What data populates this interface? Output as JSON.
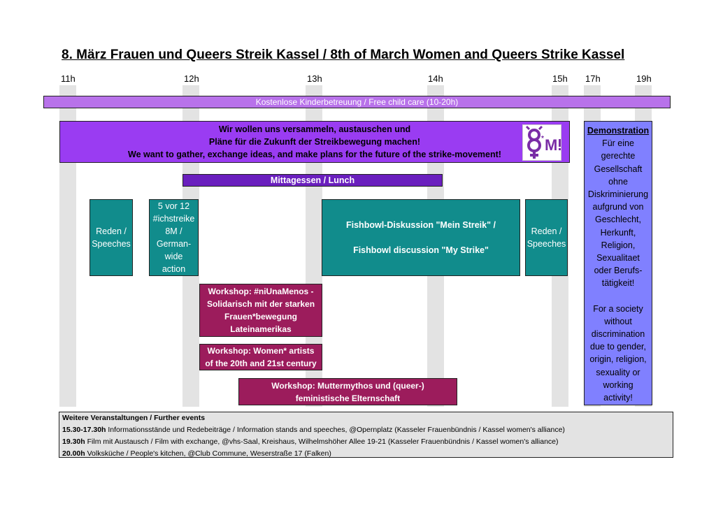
{
  "title": "8. März Frauen und Queers Streik Kassel / 8th of March Women and Queers Strike Kassel",
  "hours": [
    "11h",
    "12h",
    "13h",
    "14h",
    "15h",
    "17h",
    "19h"
  ],
  "childcare": "Kostenlose Kinderbetreuung / Free child care (10-20h)",
  "gather": {
    "line1": "Wir wollen uns versammeln, austauschen und",
    "line2": "Pläne für die Zukunft der Streikbewegung machen!",
    "line3": "We want to gather, exchange ideas, and make plans for the future of the strike-movement!",
    "logo_text": "8*M!"
  },
  "lunch": "Mittagessen / Lunch",
  "speeches_1": {
    "line1": "Reden /",
    "line2": "Speeches"
  },
  "action": {
    "line1": "5 vor 12",
    "line2": "#ichstreike",
    "line3": "8M /",
    "line4": "German-",
    "line5": "wide",
    "line6": "action"
  },
  "fishbowl": {
    "line1": "Fishbowl-Diskussion \"Mein Streik\" /",
    "line2": "Fishbowl discussion \"My Strike\""
  },
  "speeches_2": {
    "line1": "Reden /",
    "line2": "Speeches"
  },
  "workshop_1": {
    "line1": "Workshop:  #niUnaMenos -",
    "line2": "Solidarisch mit der starken",
    "line3": "Frauen*bewegung",
    "line4": "Lateinamerikas"
  },
  "workshop_2": {
    "line1": "Workshop: Women* artists",
    "line2": "of the 20th and 21st century"
  },
  "workshop_3": {
    "line1": "Workshop: Muttermythos und (queer-)",
    "line2": "feministische Elternschaft"
  },
  "demo": {
    "heading": "Demonstration",
    "de_lines": [
      "Für eine",
      "gerechte",
      "Gesellschaft",
      "ohne",
      "Diskriminierung",
      "aufgrund von",
      "Geschlecht,",
      "Herkunft,",
      "Religion,",
      "Sexualitaet",
      "oder Berufs-",
      "tätigkeit!"
    ],
    "en_lines": [
      "For a society",
      "without",
      "discrimination",
      "due to gender,",
      "origin, religion,",
      "sexuality or",
      "working",
      "activity!"
    ]
  },
  "further": {
    "heading": "Weitere Veranstaltungen / Further events",
    "events": [
      {
        "time": "15.30-17.30h",
        "text": " Informationsstände und Redebeiträge / Information stands and speeches, @Opernplatz (Kasseler Frauenbündnis / Kassel women's alliance)"
      },
      {
        "time": "19.30h",
        "text": " Film mit Austausch / Film with exchange, @vhs-Saal, Kreishaus, Wilhelmshöher Allee 19-21 (Kasseler Frauenbündnis / Kassel women's alliance)"
      },
      {
        "time": "20.00h",
        "text": " Volksküche  / People's kitchen, @Club Commune, Weserstraße 17 (Falken)"
      }
    ]
  },
  "colors": {
    "violet": "#9a3cf2",
    "dark_purple": "#6a1fbe",
    "lilac": "#b872ea",
    "teal": "#118c8c",
    "wine": "#9c1c5c",
    "demo_blue": "#8080ff",
    "column_gray": "#e3e3e3"
  }
}
